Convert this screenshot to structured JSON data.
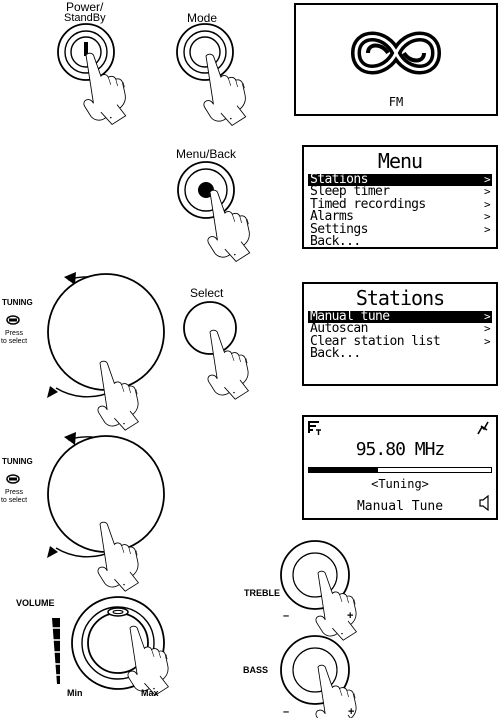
{
  "controls": {
    "power_label": "Power/",
    "standby_label": "StandBy",
    "mode_label": "Mode",
    "menu_back_label": "Menu/Back",
    "select_label": "Select",
    "tuning_label": "TUNING",
    "press_label": "Press",
    "to_select_label": "to select",
    "treble_label": "TREBLE",
    "bass_label": "BASS",
    "volume_label": "VOLUME",
    "min_label": "Min",
    "max_label": "Max",
    "minus_sign": "–",
    "plus_sign": "+"
  },
  "screens": {
    "fm": {
      "label": "FM"
    },
    "menu": {
      "title": "Menu",
      "items": [
        {
          "label": "Stations",
          "selected": true,
          "chevron": ">"
        },
        {
          "label": "Sleep timer",
          "chevron": ">"
        },
        {
          "label": "Timed recordings",
          "chevron": ">"
        },
        {
          "label": "Alarms",
          "chevron": ">"
        },
        {
          "label": "Settings",
          "chevron": ">"
        },
        {
          "label": "Back..."
        }
      ]
    },
    "stations": {
      "title": "Stations",
      "items": [
        {
          "label": "Manual tune",
          "selected": true,
          "chevron": ">"
        },
        {
          "label": "Autoscan",
          "chevron": ">"
        },
        {
          "label": "Clear station list",
          "chevron": ">"
        },
        {
          "label": "Back..."
        }
      ]
    },
    "tuning": {
      "frequency": "95.80 MHz",
      "status": "<Tuning>",
      "mode": "Manual Tune",
      "progress": 0.38
    }
  }
}
